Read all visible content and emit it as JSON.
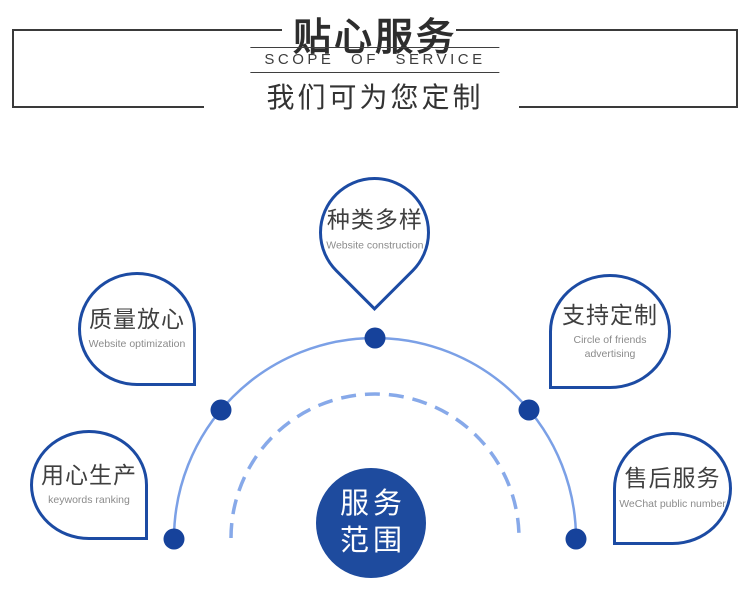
{
  "header": {
    "title": "贴心服务",
    "subtitle_en": "SCOPE OF SERVICE",
    "tagline": "我们可为您定制"
  },
  "center": {
    "line1": "服务",
    "line2": "范围"
  },
  "nodes": [
    {
      "id": "top",
      "title": "种类多样",
      "subtitle": "Website construction"
    },
    {
      "id": "left-upper",
      "title": "质量放心",
      "subtitle": "Website optimization"
    },
    {
      "id": "left-lower",
      "title": "用心生产",
      "subtitle": "keywords ranking"
    },
    {
      "id": "right-upper",
      "title": "支持定制",
      "subtitle": "Circle of friends advertising"
    },
    {
      "id": "right-lower",
      "title": "售后服务",
      "subtitle": "WeChat public number"
    }
  ],
  "colors": {
    "bubble_border_blue": "#1c4ba3",
    "dot_blue": "#16429b",
    "solid_arc_light_blue": "#7ba0e6",
    "dashed_arc_light_blue": "#87a9e9",
    "center_circle_fill": "#1e4b9e",
    "heading_text": "#2d2d2d",
    "header_line": "#3a3a3a",
    "node_title_text": "#3f3f3f",
    "node_subtitle_text": "#8b8b8b"
  }
}
